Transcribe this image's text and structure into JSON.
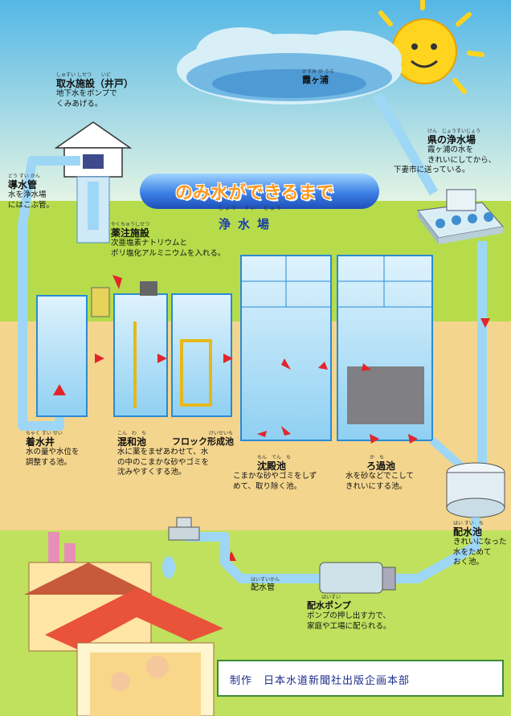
{
  "banner": "のみ水ができるまで",
  "plant_title": "浄水場",
  "plant_title_reading": "じょう　すい　じょう",
  "labels": {
    "intake": {
      "title": "取水施設（井戸）",
      "reading": "しゅすい しせつ　　いど",
      "desc": [
        "地下水をポンプで",
        "くみあげる。"
      ]
    },
    "kasumigaura": {
      "title": "霞ヶ浦",
      "reading": "かすみ が うら"
    },
    "prefectural": {
      "title": "県の浄水場",
      "reading": "けん　じょうすいじょう",
      "desc": [
        "霞ヶ浦の水を",
        "きれいにしてから、",
        "下妻市に送っている。"
      ]
    },
    "conduit": {
      "title": "導水管",
      "reading": "どう すい かん",
      "desc": [
        "水を浄水場",
        "にはこぶ管。"
      ]
    },
    "chemical": {
      "title": "薬注施設",
      "reading": "やくちゅうしせつ",
      "desc": [
        "次亜塩素ナトリウムと",
        "ポリ塩化アルミニウムを入れる。"
      ]
    },
    "receiving": {
      "title": "着水井",
      "reading": "ちゃく すい せい",
      "desc": [
        "水の量や水位を",
        "調整する池。"
      ]
    },
    "mixing": {
      "title": "混和池",
      "reading": "こん　わ　ち",
      "desc": [
        "水に薬をまぜあわせて、水",
        "の中のこまかな砂やゴミを",
        "沈みやすくする池。"
      ]
    },
    "floc": {
      "title": "フロック形成池",
      "reading": "けいせいち"
    },
    "sedimentation": {
      "title": "沈殿池",
      "reading": "ちん　でん　ち",
      "desc": [
        "こまかな砂やゴミをしず",
        "めて、取り除く池。"
      ]
    },
    "filter": {
      "title": "ろ過池",
      "reading": "か　ち",
      "desc": [
        "水を砂などでこして",
        "きれいにする池。"
      ]
    },
    "reservoir": {
      "title": "配水池",
      "reading": "はい すい　ち",
      "desc": [
        "きれいになった",
        "水をためて",
        "おく池。"
      ]
    },
    "pipe": {
      "title": "配水管",
      "reading": "はいすいかん"
    },
    "pump": {
      "title": "配水ポンプ",
      "reading": "はいすい",
      "desc": [
        "ポンプの押し出す力で、",
        "家庭や工場に配られる。"
      ]
    }
  },
  "credit": "制作　日本水道新聞社出版企画本部",
  "colors": {
    "sky_top": "#54b7e6",
    "sky_bottom": "#e3f4e4",
    "grass": "#b6dc4c",
    "ground": "#f3d58d",
    "water": "#bfe4fa",
    "pipe": "#9ed7f5",
    "arrow": "#e1262b",
    "frame": "#2a8ad6",
    "sun": "#ffd41f"
  }
}
